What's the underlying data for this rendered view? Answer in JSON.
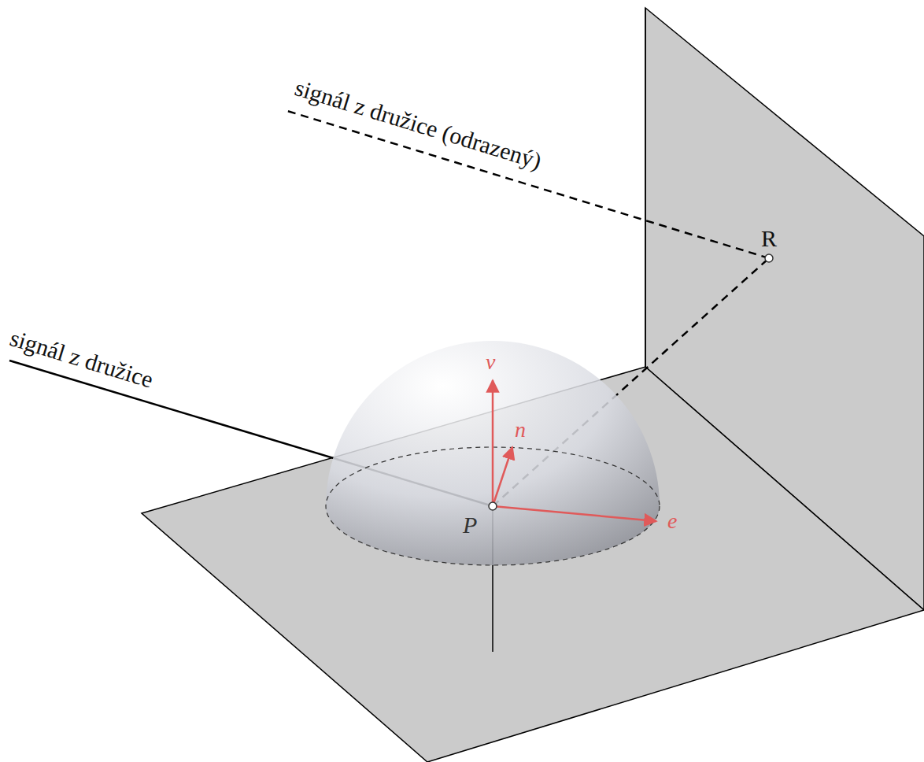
{
  "diagram": {
    "labels": [
      "signál z družice (odrazený)",
      "R",
      "signál z družice",
      "v",
      "n",
      "P",
      "e"
    ]
  }
}
